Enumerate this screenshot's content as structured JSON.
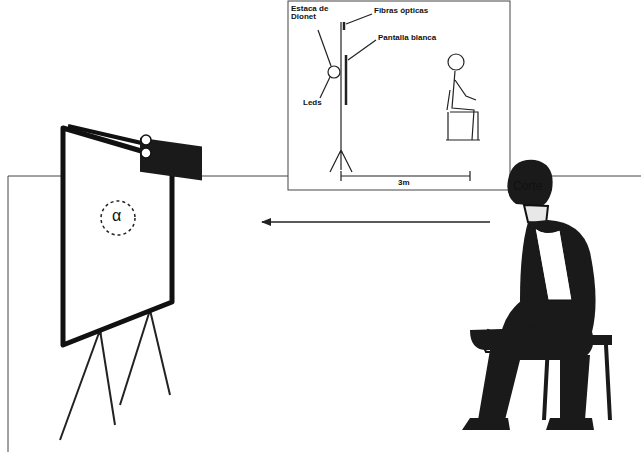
{
  "diagram": {
    "labels": [
      "Estaca de Dionet",
      "Fibras ópticas",
      "Pantalla blanca",
      "Leds",
      "3m",
      "Corte",
      "α"
    ]
  }
}
